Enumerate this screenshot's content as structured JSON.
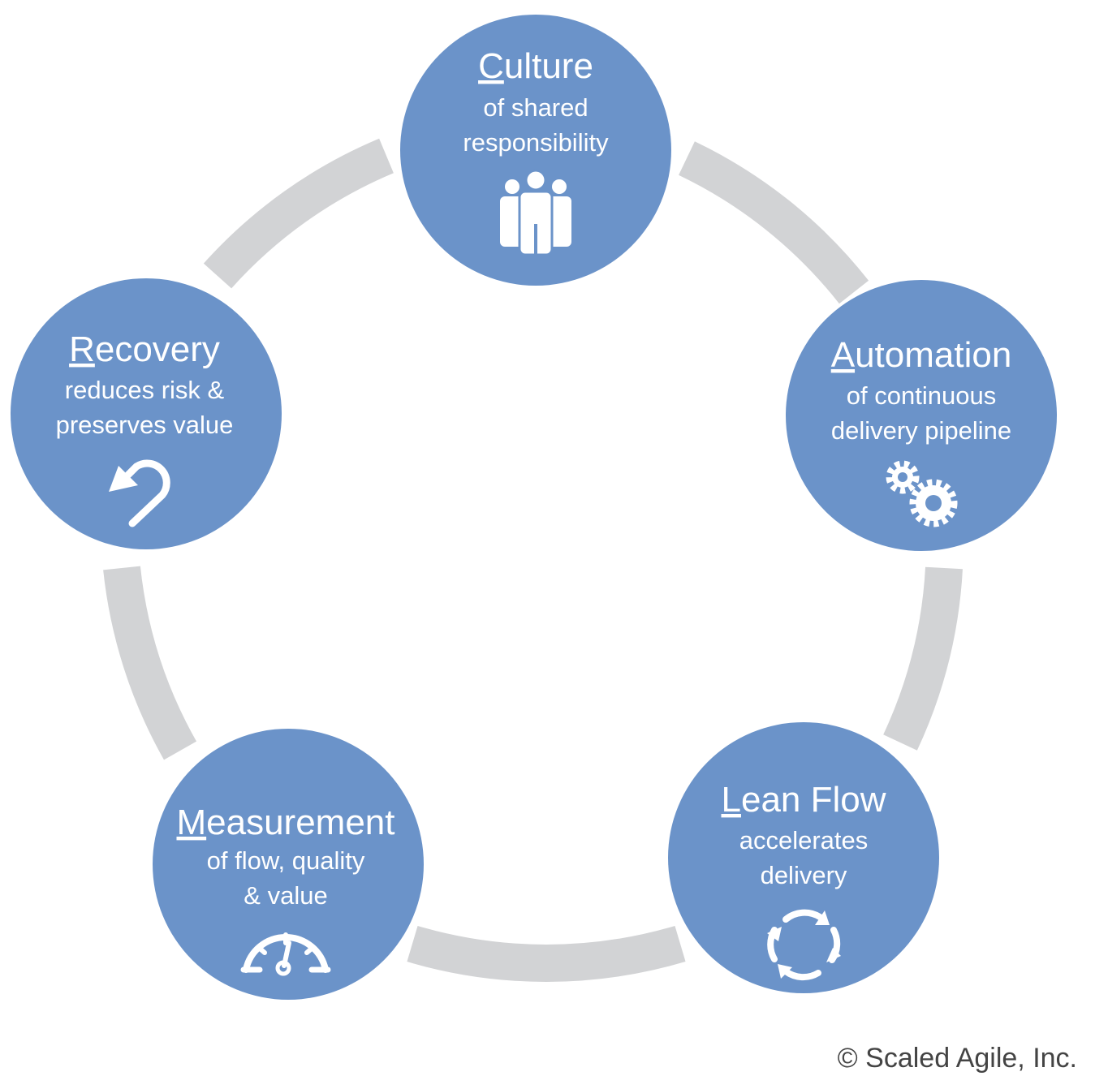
{
  "colors": {
    "node_fill": "#6b93c9",
    "ring": "#d2d3d5",
    "text": "#ffffff",
    "footer_text": "#444444"
  },
  "nodes": [
    {
      "id": "culture",
      "initial": "C",
      "rest": "ulture",
      "lines": [
        "of shared",
        "responsibility"
      ],
      "icon": "people-icon"
    },
    {
      "id": "automation",
      "initial": "A",
      "rest": "utomation",
      "lines": [
        "of continuous",
        "delivery pipeline"
      ],
      "icon": "gears-icon"
    },
    {
      "id": "lean-flow",
      "initial": "L",
      "rest": "ean Flow",
      "lines": [
        "accelerates",
        "delivery"
      ],
      "icon": "cycle-arrows-icon"
    },
    {
      "id": "measurement",
      "initial": "M",
      "rest": "easurement",
      "lines": [
        "of flow, quality",
        "& value"
      ],
      "icon": "speedometer-icon"
    },
    {
      "id": "recovery",
      "initial": "R",
      "rest": "ecovery",
      "lines": [
        "reduces risk &",
        "preserves value"
      ],
      "icon": "undo-arrow-icon"
    }
  ],
  "footer": {
    "copyright": "© Scaled Agile, Inc."
  }
}
